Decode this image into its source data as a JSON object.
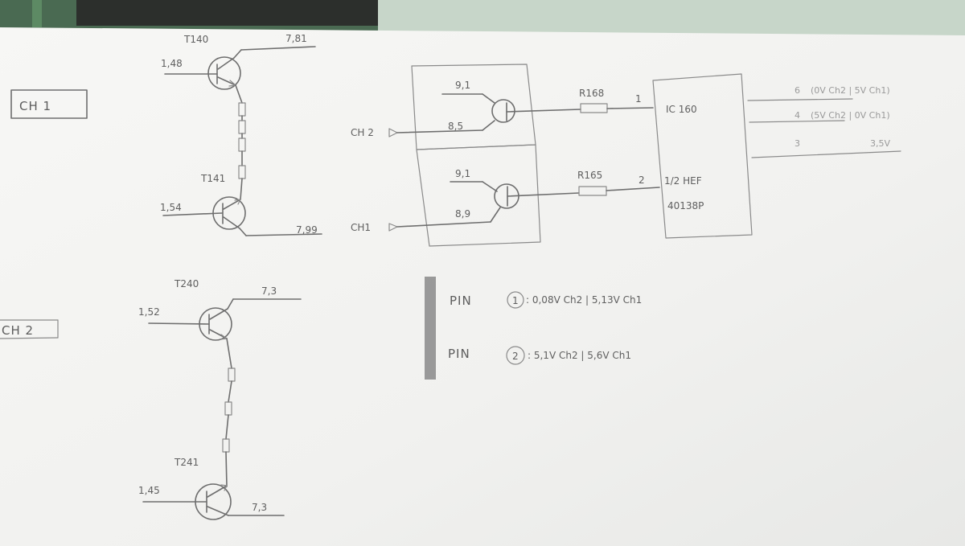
{
  "channel_labels": {
    "ch1": "CH 1",
    "ch2": "CH 2"
  },
  "ch1_transistors": {
    "top": {
      "name": "T140",
      "base_voltage": "1,48",
      "collector_voltage": "7,81"
    },
    "bottom": {
      "name": "T141",
      "base_voltage": "1,54",
      "collector_voltage": "7,99"
    }
  },
  "ch2_transistors": {
    "top": {
      "name": "T240",
      "base_voltage": "1,52",
      "collector_voltage": "7,3"
    },
    "bottom": {
      "name": "T241",
      "base_voltage": "1,45",
      "collector_voltage": "7,3"
    }
  },
  "switch_stage": {
    "upper": {
      "input": "CH 2",
      "v_top": "9,1",
      "v_base": "8,5",
      "resistor": "R168",
      "pin": "1"
    },
    "lower": {
      "input": "CH1",
      "v_top": "9,1",
      "v_base": "8,9",
      "resistor": "R165",
      "pin": "2"
    }
  },
  "ic": {
    "name": "IC 160",
    "part_line1": "1/2 HEF",
    "part_line2": "40138P"
  },
  "ic_outputs": [
    {
      "pin": "6",
      "note": "(0V Ch2 | 5V Ch1)"
    },
    {
      "pin": "4",
      "note": "(5V Ch2 | 0V Ch1)"
    },
    {
      "pin": "3",
      "note": "3,5V"
    }
  ],
  "pin_notes": [
    {
      "label": "PIN",
      "pin": "1",
      "text": ": 0,08V Ch2 | 5,13V Ch1"
    },
    {
      "label": "PIN",
      "pin": "2",
      "text": ": 5,1V Ch2 | 5,6V Ch1"
    }
  ],
  "colors": {
    "paper": "#f4f4f2",
    "pencil": "#6e6e6e",
    "background_top": "#3e5a44"
  }
}
